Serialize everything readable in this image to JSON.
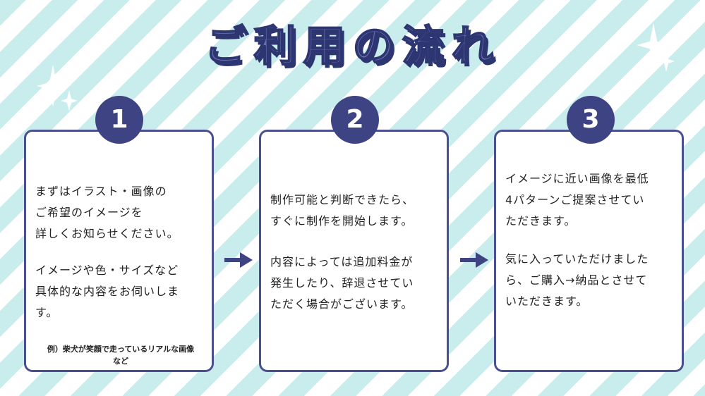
{
  "title": "ご利用の流れ",
  "colors": {
    "accent": "#3e4483",
    "stripe": "#c9ecec",
    "border": "#4a4f8f"
  },
  "steps": [
    {
      "number": "1",
      "para1": "まずはイラスト・画像の\nご希望のイメージを\n詳しくお知らせください。",
      "para2": "イメージや色・サイズなど\n具体的な内容をお伺いしま\nす。",
      "note": "例）柴犬が笑顔で走っているリアルな画像\nなど"
    },
    {
      "number": "2",
      "para1": "制作可能と判断できたら、\nすぐに制作を開始します。",
      "para2": "内容によっては追加料金が\n発生したり、辞退させてい\nただく場合がございます。"
    },
    {
      "number": "3",
      "para1": "イメージに近い画像を最低\n4パターンご提案させてい\nただきます。",
      "para2": "気に入っていただけました\nら、ご購入→納品とさせて\nいただきます。"
    }
  ],
  "icons": [
    "arrow-right-icon",
    "sparkle-icon"
  ]
}
